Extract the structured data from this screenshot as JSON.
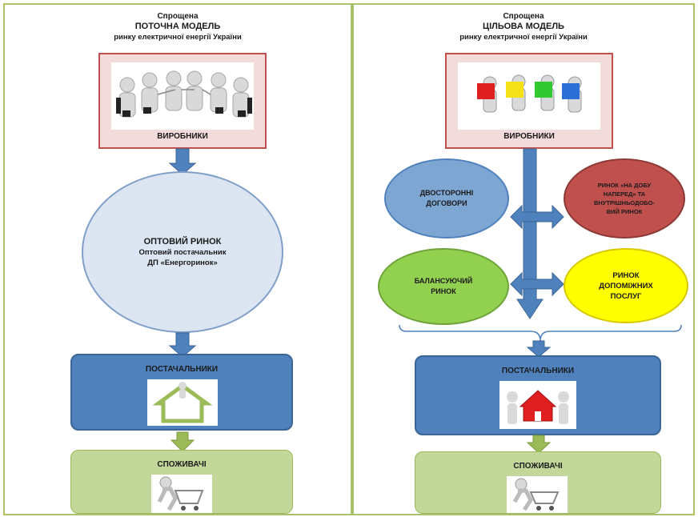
{
  "left": {
    "heading": {
      "line1": "Спрощена",
      "line2": "ПОТОЧНА МОДЕЛЬ",
      "line3": "ринку електричної енергії України"
    },
    "producers": "ВИРОБНИКИ",
    "wholesale": {
      "line1": "ОПТОВИЙ РИНОК",
      "line2": "Оптовий постачальник",
      "line3": "ДП «Енергоринок»"
    },
    "suppliers": "ПОСТАЧАЛЬНИКИ",
    "consumers": "СПОЖИВАЧІ"
  },
  "right": {
    "heading": {
      "line1": "Спрощена",
      "line2": "ЦІЛЬОВА МОДЕЛЬ",
      "line3": "ринку електричної енергії України"
    },
    "producers": "ВИРОБНИКИ",
    "bilateral": {
      "line1": "ДВОСТОРОННІ",
      "line2": "ДОГОВОРИ"
    },
    "day_ahead": {
      "line1": "РИНОК «НА ДОБУ",
      "line2": "НАПЕРЕД» ТА",
      "line3": "ВНУТРІШНЬОДОБО-",
      "line4": "ВИЙ РИНОК"
    },
    "balancing": {
      "line1": "БАЛАНСУЮЧИЙ",
      "line2": "РИНОК"
    },
    "ancillary": {
      "line1": "РИНОК",
      "line2": "ДОПОМІЖНИХ",
      "line3": "ПОСЛУГ"
    },
    "suppliers": "ПОСТАЧАЛЬНИКИ",
    "consumers": "СПОЖИВАЧІ"
  },
  "colors": {
    "panel_border": "#a9c06c",
    "producers_border": "#c0504d",
    "wholesale_fill": "#dce6f2",
    "bilateral_fill": "#7ea6d3",
    "day_ahead_fill": "#c0504d",
    "balancing_fill": "#92d050",
    "ancillary_fill": "#ffff00",
    "suppliers_fill": "#4f81bd",
    "consumers_fill": "#c4d79b",
    "arrow_blue": "#4f81bd",
    "arrow_green": "#9bbb59"
  },
  "icons": [
    "business-people-icon",
    "puzzle-people-icon",
    "house-hands-icon",
    "shopping-cart-person-icon"
  ]
}
